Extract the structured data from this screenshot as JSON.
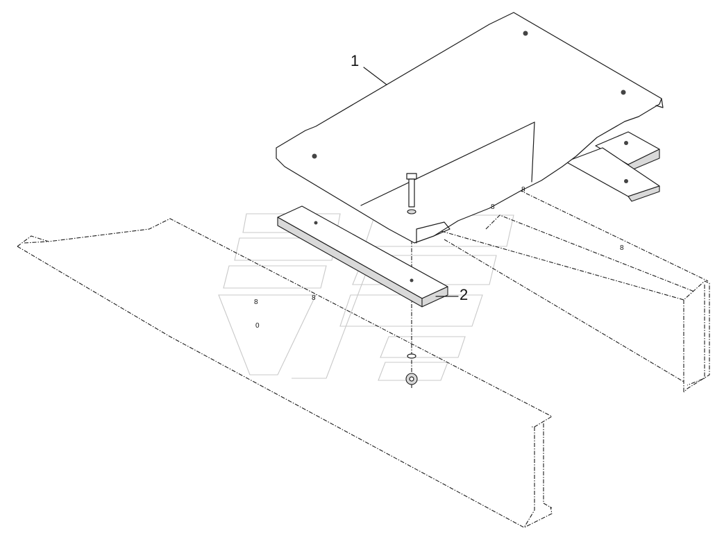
{
  "callouts": [
    {
      "label": "1"
    },
    {
      "label": "2"
    }
  ],
  "frame_markings": [
    "8",
    "8",
    "8",
    "8",
    "8",
    "0"
  ]
}
